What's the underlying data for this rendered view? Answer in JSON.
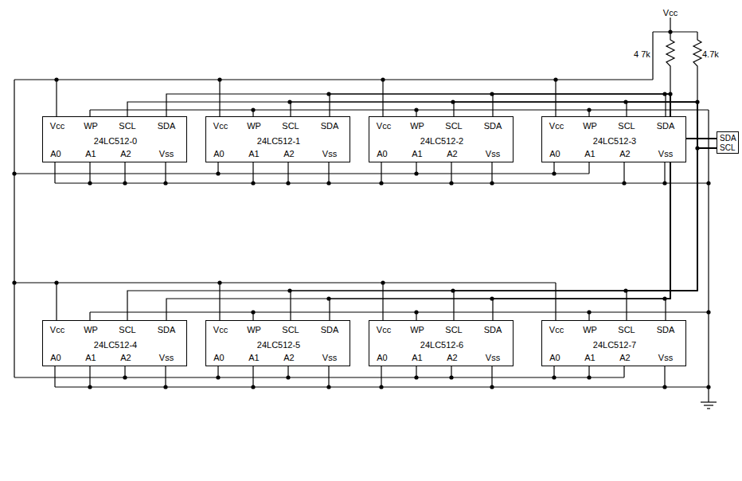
{
  "diagram": {
    "nodes": [
      {
        "text": [
          "Vcc",
          "WP",
          "SCL",
          "SDA",
          "24LC512-0",
          "A0",
          "A1",
          "A2",
          "Vss"
        ]
      },
      {
        "text": [
          "Vcc",
          "WP",
          "SCL",
          "SDA",
          "24LC512-1",
          "A0",
          "A1",
          "A2",
          "Vss"
        ]
      },
      {
        "text": [
          "Vcc",
          "WP",
          "SCL",
          "SDA",
          "24LC512-2",
          "A0",
          "A1",
          "A2",
          "Vss"
        ]
      },
      {
        "text": [
          "Vcc",
          "WP",
          "SCL",
          "SDA",
          "24LC512-3",
          "A0",
          "A1",
          "A2",
          "Vss"
        ]
      },
      {
        "text": [
          "Vcc",
          "WP",
          "SCL",
          "SDA",
          "24LC512-4",
          "A0",
          "A1",
          "A2",
          "Vss"
        ]
      },
      {
        "text": [
          "Vcc",
          "WP",
          "SCL",
          "SDA",
          "24LC512-5",
          "A0",
          "A1",
          "A2",
          "Vss"
        ]
      },
      {
        "text": [
          "Vcc",
          "WP",
          "SCL",
          "SDA",
          "24LC512-6",
          "A0",
          "A1",
          "A2",
          "Vss"
        ]
      },
      {
        "text": [
          "Vcc",
          "WP",
          "SCL",
          "SDA",
          "24LC512-7",
          "A0",
          "A1",
          "A2",
          "Vss"
        ]
      },
      {
        "text": [
          "SDA",
          "SCL"
        ]
      }
    ],
    "edges": [
      {
        "from": 0,
        "to": 8,
        "arrow": "none"
      },
      {
        "from": 0,
        "to": 8,
        "arrow": "none"
      },
      {
        "from": 1,
        "to": 8,
        "arrow": "none"
      },
      {
        "from": 1,
        "to": 8,
        "arrow": "none"
      },
      {
        "from": 2,
        "to": 8,
        "arrow": "none"
      },
      {
        "from": 2,
        "to": 8,
        "arrow": "none"
      },
      {
        "from": 3,
        "to": 8,
        "arrow": "none"
      },
      {
        "from": 3,
        "to": 8,
        "arrow": "none"
      },
      {
        "from": 4,
        "to": 8,
        "arrow": "none"
      },
      {
        "from": 4,
        "to": 8,
        "arrow": "none"
      },
      {
        "from": 5,
        "to": 8,
        "arrow": "none"
      },
      {
        "from": 5,
        "to": 8,
        "arrow": "none"
      },
      {
        "from": 6,
        "to": 8,
        "arrow": "none"
      },
      {
        "from": 6,
        "to": 8,
        "arrow": "none"
      },
      {
        "from": 7,
        "to": 8,
        "arrow": "none"
      },
      {
        "from": 7,
        "to": 8,
        "arrow": "none"
      }
    ],
    "labels": [
      "Vcc",
      "4 7k",
      "4.7k"
    ]
  }
}
